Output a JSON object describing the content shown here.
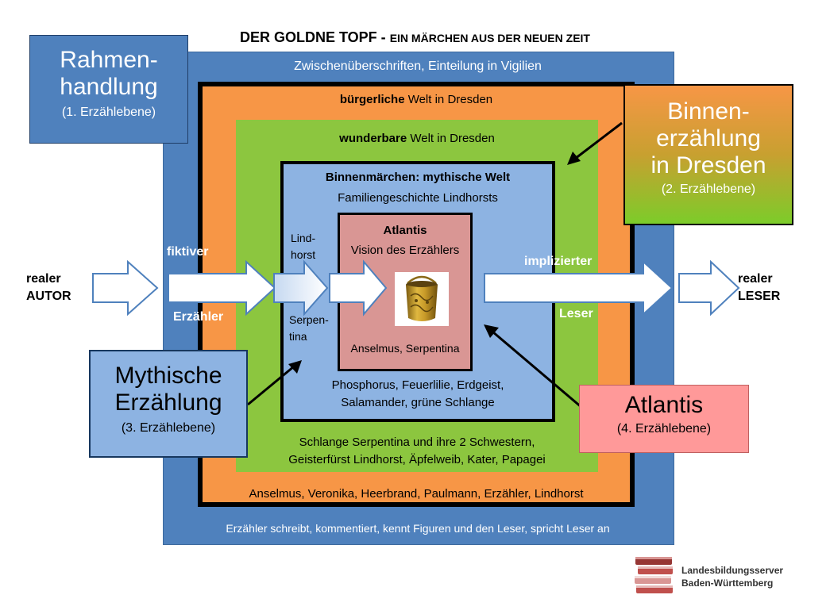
{
  "title": {
    "main": "DER GOLDNE TOPF -",
    "sub": "EIN MÄRCHEN AUS DER NEUEN ZEIT"
  },
  "frame_level1": {
    "top": "Zwischenüberschriften, Einteilung in Vigilien",
    "bottom": "Erzähler schreibt, kommentiert, kennt Figuren und den Leser, spricht Leser an"
  },
  "burgerlich": {
    "label_bold": "bürgerliche",
    "label_rest": "Welt in Dresden",
    "characters": "Anselmus, Veronika, Heerbrand, Paulmann, Erzähler, Lindhorst"
  },
  "wunderbar": {
    "label_bold": "wunderbare",
    "label_rest": "Welt in Dresden",
    "characters_line1": "Schlange Serpentina und ihre 2 Schwestern,",
    "characters_line2": "Geisterfürst Lindhorst, Äpfelweib, Kater,  Papagei"
  },
  "binnenmaerchen": {
    "title": "Binnenmärchen: mythische Welt",
    "subtitle": "Familiengeschichte Lindhorsts",
    "left_top_1": "Lind-",
    "left_top_2": "horst",
    "left_bottom_1": "Serpen-",
    "left_bottom_2": "tina",
    "characters_line1": "Phosphorus, Feuerlilie, Erdgeist,",
    "characters_line2": "Salamander, grüne Schlange"
  },
  "atlantis_box": {
    "title": "Atlantis",
    "subtitle": "Vision des Erzählers",
    "characters": "Anselmus, Serpentina"
  },
  "flow": {
    "author_1": "realer",
    "author_2": "AUTOR",
    "narrator_1": "fiktiver",
    "narrator_2": "Erzähler",
    "reader_implied_1": "implizierter",
    "reader_implied_2": "Leser",
    "reader_real_1": "realer",
    "reader_real_2": "LESER"
  },
  "callouts": {
    "rahmen": {
      "line1": "Rahmen-",
      "line2": "handlung",
      "level": "(1. Erzählebene)"
    },
    "binnen": {
      "line1": "Binnen-",
      "line2": "erzählung",
      "line3": "in Dresden",
      "level": "(2. Erzählebene)"
    },
    "mythisch": {
      "line1": "Mythische",
      "line2": "Erzählung",
      "level": "(3. Erzählebene)"
    },
    "atlantis": {
      "line1": "Atlantis",
      "level": "(4. Erzählebene)"
    }
  },
  "logo": {
    "line1": "Landesbildungsserver",
    "line2": "Baden-Württemberg"
  },
  "colors": {
    "level1": "#4f81bd",
    "level2_outer": "#f79646",
    "level2_inner": "#8cc63f",
    "level3": "#8db3e2",
    "level4": "#d99694"
  }
}
